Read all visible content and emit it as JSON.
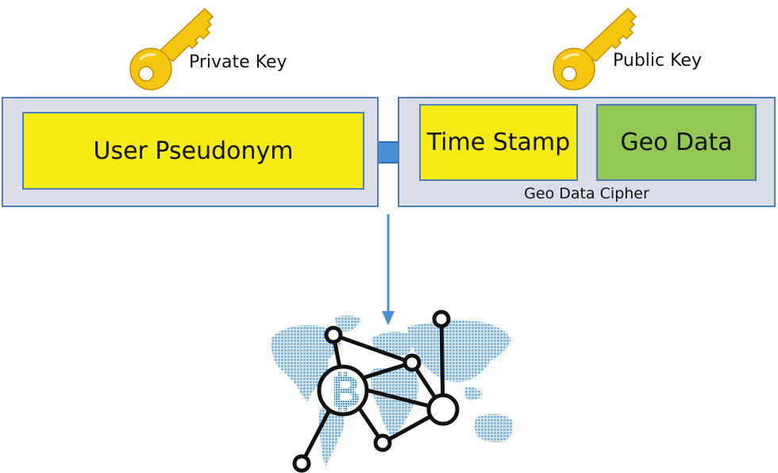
{
  "keys": {
    "private_label": "Private Key",
    "public_label": "Public Key"
  },
  "boxes": {
    "user_pseudonym": "User Pseudonym",
    "time_stamp": "Time Stamp",
    "geo_data": "Geo Data",
    "cipher_label": "Geo Data Cipher"
  },
  "colors": {
    "yellow": "#f5ea14",
    "green": "#92c754",
    "box_fill": "#d9dee8",
    "border_blue": "#4f7fb8",
    "key_gold": "#f6c50f",
    "map_blue": "#7fb8e0"
  }
}
